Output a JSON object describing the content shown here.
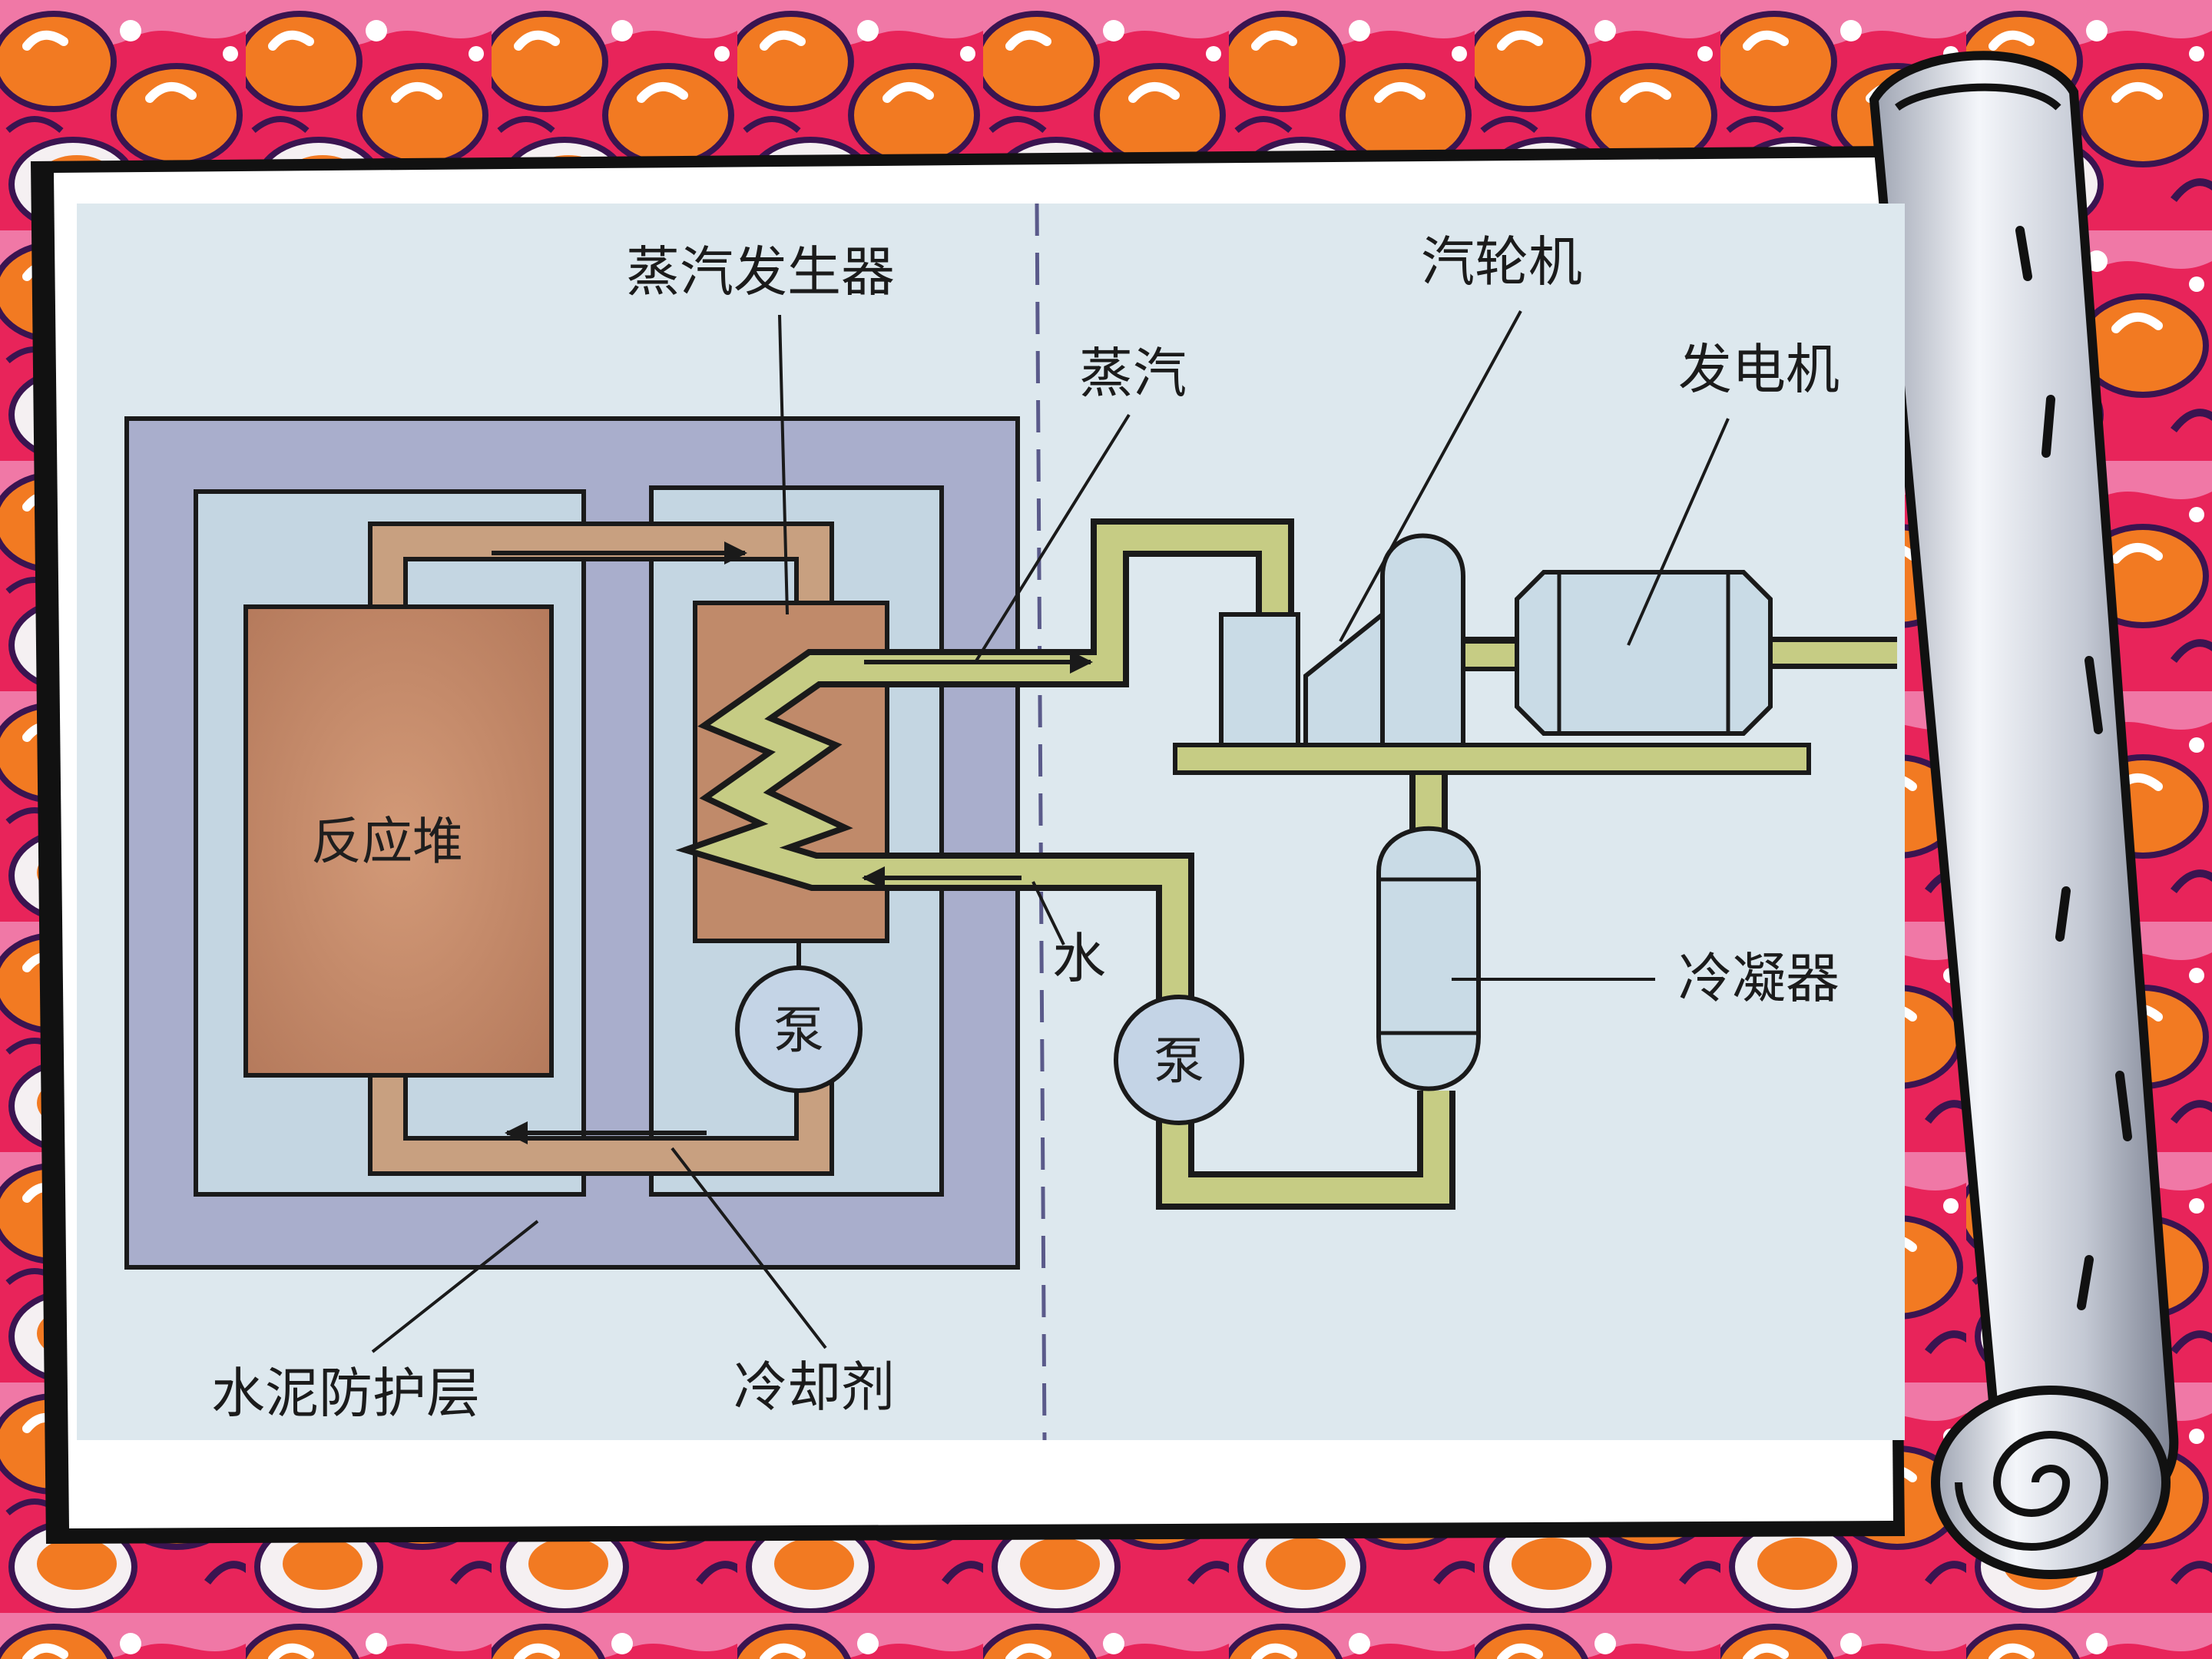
{
  "diagram": {
    "labels": {
      "steam_generator": "蒸汽发生器",
      "turbine": "汽轮机",
      "steam": "蒸汽",
      "generator": "发电机",
      "reactor": "反应堆",
      "water": "水",
      "condenser": "冷凝器",
      "pump_primary": "泵",
      "pump_secondary": "泵",
      "concrete_shield": "水泥防护层",
      "coolant": "冷却剂"
    },
    "colors": {
      "background_red": "#e8245a",
      "background_orange": "#f27a22",
      "paper": "#dde8ee",
      "shield": "#a9aecc",
      "reactor": "#c08a6a",
      "coolant_pipe": "#c8a080",
      "water_pipe": "#c6cc84",
      "equipment": "#c9dbe6",
      "outline": "#1a1a1a"
    }
  }
}
